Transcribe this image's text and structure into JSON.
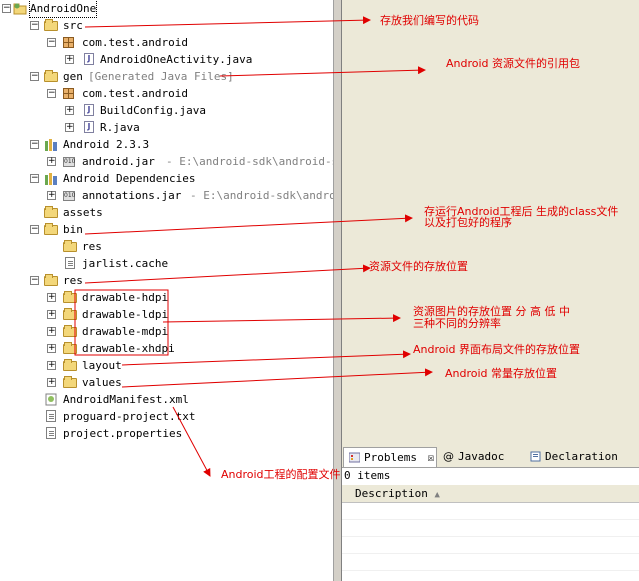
{
  "tree": {
    "project": "AndroidOne",
    "src": "src",
    "src_pkg": "com.test.android",
    "activity_file": "AndroidOneActivity.java",
    "gen": "gen",
    "gen_deco": "[Generated Java Files]",
    "gen_pkg": "com.test.android",
    "build_config": "BuildConfig.java",
    "r_file": "R.java",
    "android_lib": "Android 2.3.3",
    "android_jar": "android.jar",
    "android_jar_path": " - E:\\android-sdk\\android-sdk\\p",
    "deps": "Android Dependencies",
    "annotations_jar": "annotations.jar",
    "annotations_path": " - E:\\android-sdk\\android-s",
    "assets": "assets",
    "bin": "bin",
    "bin_res": "res",
    "jarlist": "jarlist.cache",
    "res": "res",
    "drawable_hdpi": "drawable-hdpi",
    "drawable_ldpi": "drawable-ldpi",
    "drawable_mdpi": "drawable-mdpi",
    "drawable_xhdpi": "drawable-xhdpi",
    "layout": "layout",
    "values": "values",
    "manifest": "AndroidManifest.xml",
    "proguard": "proguard-project.txt",
    "properties": "project.properties"
  },
  "annotations": {
    "src": "存放我们编写的代码",
    "gen": "Android 资源文件的引用包",
    "bin_line1": "存运行Android工程后 生成的class文件",
    "bin_line2": "以及打包好的程序",
    "res": "资源文件的存放位置",
    "drawable_line1": "资源图片的存放位置 分 高 低 中",
    "drawable_line2": "三种不同的分辨率",
    "layout": "Android 界面布局文件的存放位置",
    "values": "Android 常量存放位置",
    "config": "Android工程的配置文件"
  },
  "panel": {
    "tab_problems": "Problems",
    "tab_close": "☒",
    "tab_javadoc": "Javadoc",
    "tab_declaration": "Declaration",
    "items": "0 items",
    "col_description": "Description",
    "sort_glyph": "▲"
  },
  "colors": {
    "annotation": "#e00000",
    "editor_bg": "#ece9d8",
    "generated_text": "#808080"
  }
}
